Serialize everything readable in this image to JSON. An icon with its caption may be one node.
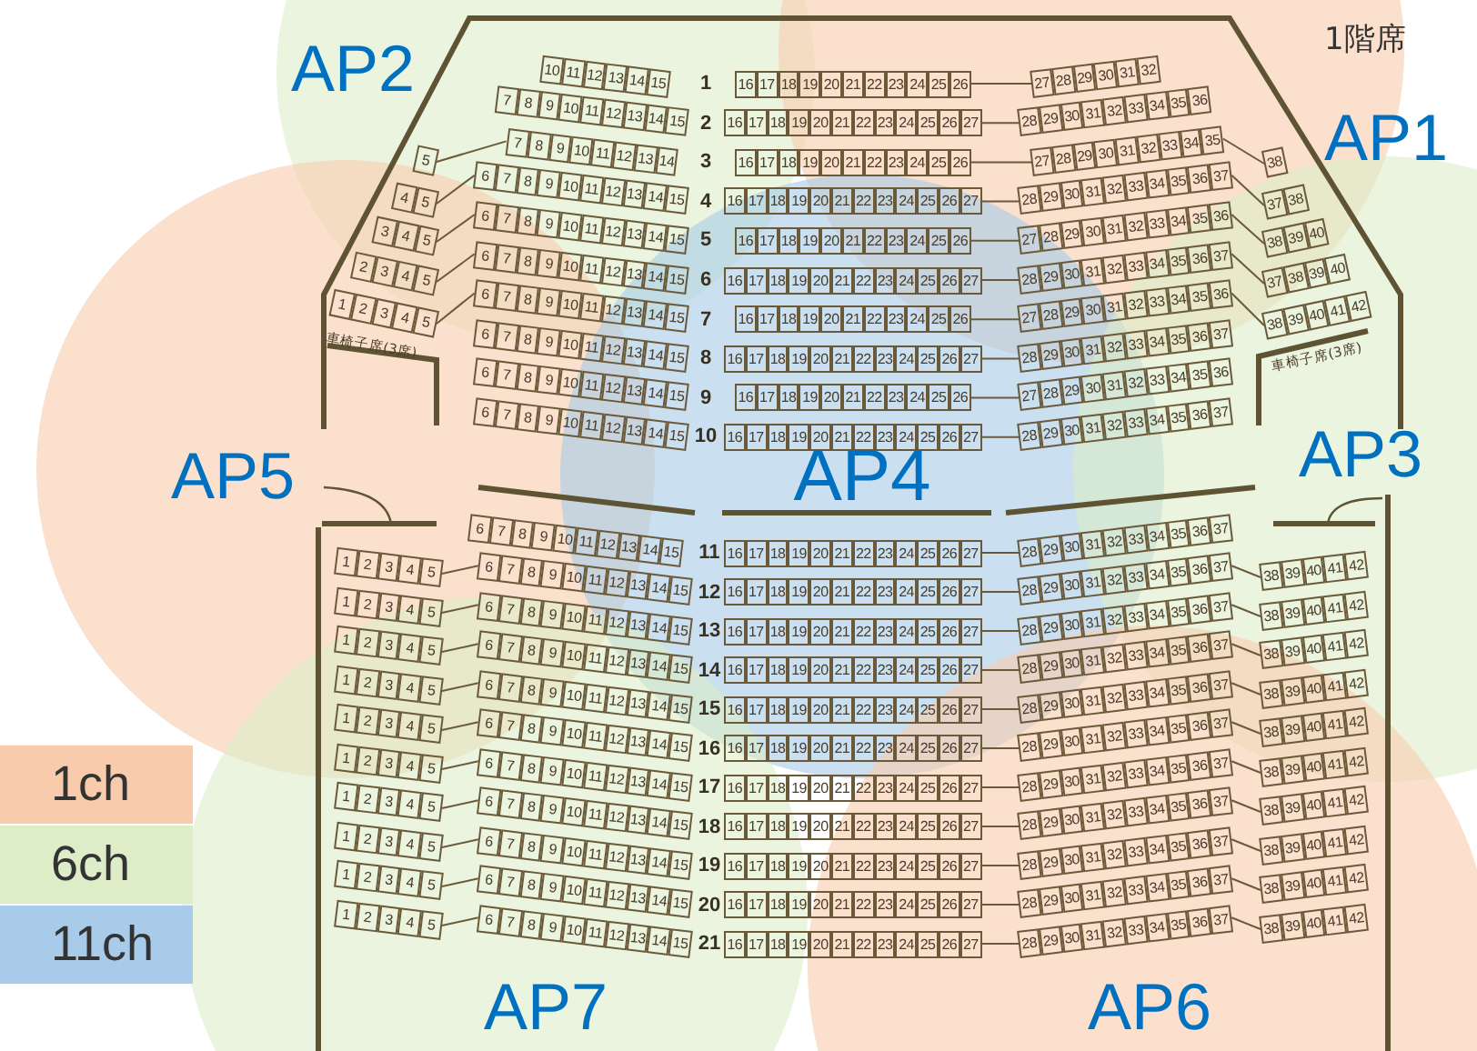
{
  "diagram": {
    "nodes": [
      {
        "text": [
          "AP2"
        ]
      },
      {
        "text": [
          "AP1"
        ]
      },
      {
        "text": [
          "AP5"
        ]
      },
      {
        "text": [
          "AP4"
        ]
      },
      {
        "text": [
          "AP3"
        ]
      },
      {
        "text": [
          "AP7"
        ]
      },
      {
        "text": [
          "AP6"
        ]
      }
    ],
    "labels": [
      "1階席",
      "10",
      "11",
      "12",
      "13",
      "14",
      "15",
      "1",
      "16",
      "17",
      "18",
      "19",
      "20",
      "21",
      "22",
      "23",
      "24",
      "25",
      "26",
      "27",
      "28",
      "29",
      "30",
      "31",
      "32",
      "7",
      "8",
      "9",
      "10",
      "11",
      "12",
      "13",
      "14",
      "15",
      "2",
      "16",
      "17",
      "18",
      "19",
      "20",
      "21",
      "22",
      "23",
      "24",
      "25",
      "26",
      "27",
      "28",
      "29",
      "30",
      "31",
      "32",
      "33",
      "34",
      "35",
      "36",
      "5",
      "7",
      "8",
      "9",
      "10",
      "11",
      "12",
      "13",
      "14",
      "3",
      "16",
      "17",
      "18",
      "19",
      "20",
      "21",
      "22",
      "23",
      "24",
      "25",
      "26",
      "27",
      "28",
      "29",
      "30",
      "31",
      "32",
      "33",
      "34",
      "35",
      "38",
      "4",
      "5",
      "6",
      "7",
      "8",
      "9",
      "10",
      "11",
      "12",
      "13",
      "14",
      "15",
      "4",
      "16",
      "17",
      "18",
      "19",
      "20",
      "21",
      "22",
      "23",
      "24",
      "25",
      "26",
      "27",
      "28",
      "29",
      "30",
      "31",
      "32",
      "33",
      "34",
      "35",
      "36",
      "37",
      "37",
      "38",
      "3",
      "4",
      "5",
      "6",
      "7",
      "8",
      "9",
      "10",
      "11",
      "12",
      "13",
      "14",
      "15",
      "5",
      "16",
      "17",
      "18",
      "19",
      "20",
      "21",
      "22",
      "23",
      "24",
      "25",
      "26",
      "27",
      "28",
      "29",
      "30",
      "31",
      "32",
      "33",
      "34",
      "35",
      "36",
      "38",
      "39",
      "40",
      "2",
      "3",
      "4",
      "5",
      "6",
      "7",
      "8",
      "9",
      "10",
      "11",
      "12",
      "13",
      "14",
      "15",
      "6",
      "16",
      "17",
      "18",
      "19",
      "20",
      "21",
      "22",
      "23",
      "24",
      "25",
      "26",
      "27",
      "28",
      "29",
      "30",
      "31",
      "32",
      "33",
      "34",
      "35",
      "36",
      "37",
      "37",
      "38",
      "39",
      "40",
      "1",
      "2",
      "3",
      "4",
      "5",
      "6",
      "7",
      "8",
      "9",
      "10",
      "11",
      "12",
      "13",
      "14",
      "15",
      "7",
      "16",
      "17",
      "18",
      "19",
      "20",
      "21",
      "22",
      "23",
      "24",
      "25",
      "26",
      "27",
      "28",
      "29",
      "30",
      "31",
      "32",
      "33",
      "34",
      "35",
      "36",
      "38",
      "39",
      "40",
      "41",
      "42",
      "車椅子席(3席)",
      "車椅子席(3席)",
      "6",
      "7",
      "8",
      "9",
      "10",
      "11",
      "12",
      "13",
      "14",
      "15",
      "8",
      "16",
      "17",
      "18",
      "19",
      "20",
      "21",
      "22",
      "23",
      "24",
      "25",
      "26",
      "27",
      "28",
      "29",
      "30",
      "31",
      "32",
      "33",
      "34",
      "35",
      "36",
      "37",
      "6",
      "7",
      "8",
      "9",
      "10",
      "11",
      "12",
      "13",
      "14",
      "15",
      "9",
      "16",
      "17",
      "18",
      "19",
      "20",
      "21",
      "22",
      "23",
      "24",
      "25",
      "26",
      "27",
      "28",
      "29",
      "30",
      "31",
      "32",
      "33",
      "34",
      "35",
      "36",
      "6",
      "7",
      "8",
      "9",
      "10",
      "11",
      "12",
      "13",
      "14",
      "15",
      "10",
      "16",
      "17",
      "18",
      "19",
      "20",
      "21",
      "22",
      "23",
      "24",
      "25",
      "26",
      "27",
      "28",
      "29",
      "30",
      "31",
      "32",
      "33",
      "34",
      "35",
      "36",
      "37",
      "6",
      "7",
      "8",
      "9",
      "10",
      "11",
      "12",
      "13",
      "14",
      "15",
      "11",
      "16",
      "17",
      "18",
      "19",
      "20",
      "21",
      "22",
      "23",
      "24",
      "25",
      "26",
      "27",
      "28",
      "29",
      "30",
      "31",
      "32",
      "33",
      "34",
      "35",
      "36",
      "37",
      "1",
      "2",
      "3",
      "4",
      "5",
      "6",
      "7",
      "8",
      "9",
      "10",
      "11",
      "12",
      "13",
      "14",
      "15",
      "12",
      "16",
      "17",
      "18",
      "19",
      "20",
      "21",
      "22",
      "23",
      "24",
      "25",
      "26",
      "27",
      "28",
      "29",
      "30",
      "31",
      "32",
      "33",
      "34",
      "35",
      "36",
      "37",
      "38",
      "39",
      "40",
      "41",
      "42",
      "1",
      "2",
      "3",
      "4",
      "5",
      "6",
      "7",
      "8",
      "9",
      "10",
      "11",
      "12",
      "13",
      "14",
      "15",
      "13",
      "16",
      "17",
      "18",
      "19",
      "20",
      "21",
      "22",
      "23",
      "24",
      "25",
      "26",
      "27",
      "28",
      "29",
      "30",
      "31",
      "32",
      "33",
      "34",
      "35",
      "36",
      "37",
      "38",
      "39",
      "40",
      "41",
      "42",
      "1",
      "2",
      "3",
      "4",
      "5",
      "6",
      "7",
      "8",
      "9",
      "10",
      "11",
      "12",
      "13",
      "14",
      "15",
      "14",
      "16",
      "17",
      "18",
      "19",
      "20",
      "21",
      "22",
      "23",
      "24",
      "25",
      "26",
      "27",
      "28",
      "29",
      "30",
      "31",
      "32",
      "33",
      "34",
      "35",
      "36",
      "37",
      "38",
      "39",
      "40",
      "41",
      "42",
      "1",
      "2",
      "3",
      "4",
      "5",
      "6",
      "7",
      "8",
      "9",
      "10",
      "11",
      "12",
      "13",
      "14",
      "15",
      "15",
      "16",
      "17",
      "18",
      "19",
      "20",
      "21",
      "22",
      "23",
      "24",
      "25",
      "26",
      "27",
      "28",
      "29",
      "30",
      "31",
      "32",
      "33",
      "34",
      "35",
      "36",
      "37",
      "38",
      "39",
      "40",
      "41",
      "42",
      "1",
      "2",
      "3",
      "4",
      "5",
      "6",
      "7",
      "8",
      "9",
      "10",
      "11",
      "12",
      "13",
      "14",
      "15",
      "16",
      "16",
      "17",
      "18",
      "19",
      "20",
      "21",
      "22",
      "23",
      "24",
      "25",
      "26",
      "27",
      "28",
      "29",
      "30",
      "31",
      "32",
      "33",
      "34",
      "35",
      "36",
      "37",
      "38",
      "39",
      "40",
      "41",
      "42",
      "1",
      "2",
      "3",
      "4",
      "5",
      "6",
      "7",
      "8",
      "9",
      "10",
      "11",
      "12",
      "13",
      "14",
      "15",
      "17",
      "16",
      "17",
      "18",
      "19",
      "20",
      "21",
      "22",
      "23",
      "24",
      "25",
      "26",
      "27",
      "28",
      "29",
      "30",
      "31",
      "32",
      "33",
      "34",
      "35",
      "36",
      "37",
      "38",
      "39",
      "40",
      "41",
      "42",
      "1",
      "2",
      "3",
      "4",
      "5",
      "6",
      "7",
      "8",
      "9",
      "10",
      "11",
      "12",
      "13",
      "14",
      "15",
      "18",
      "16",
      "17",
      "18",
      "19",
      "20",
      "21",
      "22",
      "23",
      "24",
      "25",
      "26",
      "27",
      "28",
      "29",
      "30",
      "31",
      "32",
      "33",
      "34",
      "35",
      "36",
      "37",
      "38",
      "39",
      "40",
      "41",
      "42",
      "1",
      "2",
      "3",
      "4",
      "5",
      "6",
      "7",
      "8",
      "9",
      "10",
      "11",
      "12",
      "13",
      "14",
      "15",
      "19",
      "16",
      "17",
      "18",
      "19",
      "20",
      "21",
      "22",
      "23",
      "24",
      "25",
      "26",
      "27",
      "28",
      "29",
      "30",
      "31",
      "32",
      "33",
      "34",
      "35",
      "36",
      "37",
      "38",
      "39",
      "40",
      "41",
      "42",
      "1",
      "2",
      "3",
      "4",
      "5",
      "6",
      "7",
      "8",
      "9",
      "10",
      "11",
      "12",
      "13",
      "14",
      "15",
      "20",
      "16",
      "17",
      "18",
      "19",
      "20",
      "21",
      "22",
      "23",
      "24",
      "25",
      "26",
      "27",
      "28",
      "29",
      "30",
      "31",
      "32",
      "33",
      "34",
      "35",
      "36",
      "37",
      "38",
      "39",
      "40",
      "41",
      "42",
      "1",
      "2",
      "3",
      "4",
      "5",
      "6",
      "7",
      "8",
      "9",
      "10",
      "11",
      "12",
      "13",
      "14",
      "15",
      "21",
      "16",
      "17",
      "18",
      "19",
      "20",
      "21",
      "22",
      "23",
      "24",
      "25",
      "26",
      "27",
      "28",
      "29",
      "30",
      "31",
      "32",
      "33",
      "34",
      "35",
      "36",
      "37",
      "38",
      "39",
      "40",
      "41",
      "42"
    ],
    "legend": [
      {
        "text": "1ch",
        "color": "#f8cbad"
      },
      {
        "text": "6ch",
        "color": "#dcedc8"
      },
      {
        "text": "11ch",
        "color": "#a7cbe8"
      }
    ]
  }
}
